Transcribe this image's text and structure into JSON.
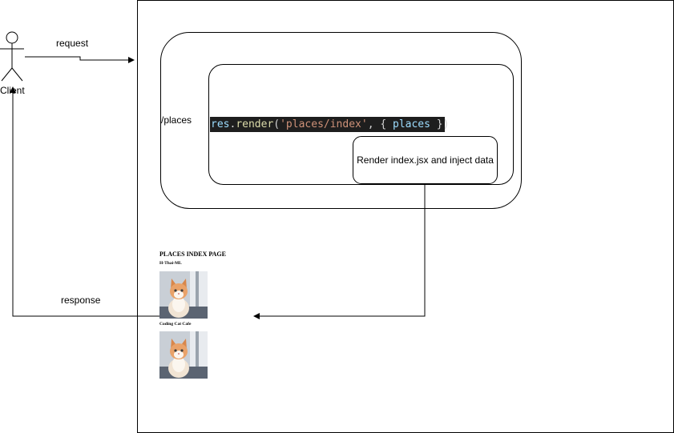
{
  "actor": {
    "label": "Client"
  },
  "edges": {
    "request_label": "request",
    "response_label": "response"
  },
  "route": {
    "label": "/places"
  },
  "code": {
    "tokens": [
      {
        "text": "res",
        "kind": "var"
      },
      {
        "text": ".",
        "kind": "pun"
      },
      {
        "text": "render",
        "kind": "fn"
      },
      {
        "text": "(",
        "kind": "pun"
      },
      {
        "text": "'places/index'",
        "kind": "str"
      },
      {
        "text": ", { ",
        "kind": "pun"
      },
      {
        "text": "places",
        "kind": "var"
      },
      {
        "text": " })",
        "kind": "pun"
      }
    ]
  },
  "render_step": {
    "label": "Render index.jsx and inject data"
  },
  "preview": {
    "title": "PLACES INDEX PAGE",
    "places": [
      {
        "name": "H-Thai-ML",
        "image": "kitten-photo"
      },
      {
        "name": "Coding Cat Cafe",
        "image": "kitten-photo"
      }
    ]
  },
  "colors": {
    "stroke": "#000000",
    "code_bg": "#1e1e1e",
    "code_var": "#9cdcfe",
    "code_fn": "#dcdcaa",
    "code_str": "#ce9178",
    "code_pun": "#d4d4d4"
  }
}
